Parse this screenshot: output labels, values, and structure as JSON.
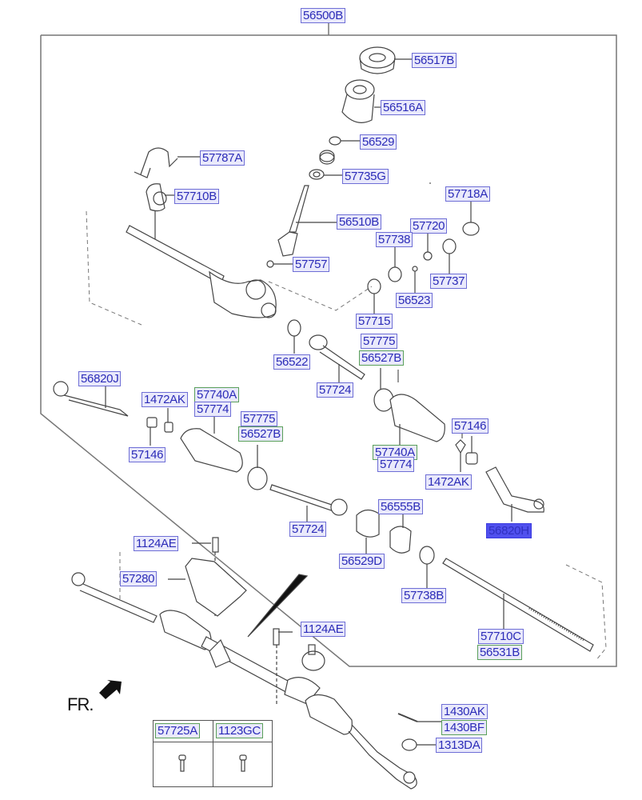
{
  "diagram": {
    "title": "Steering Gear Box Parts Diagram",
    "assembly_label": "56500B",
    "direction_label": "FR.",
    "colors": {
      "label_text": "#2b2bb8",
      "label_border": "#6e6ed6",
      "label_fill": "#e9e9fb",
      "label_green_border": "#5aa05a",
      "selected_fill": "#5050ee"
    },
    "parts": [
      {
        "id": "56517B",
        "style": "blue"
      },
      {
        "id": "56516A",
        "style": "blue"
      },
      {
        "id": "56529",
        "style": "blue"
      },
      {
        "id": "57787A",
        "style": "blue"
      },
      {
        "id": "57735G",
        "style": "blue"
      },
      {
        "id": "57710B",
        "style": "blue"
      },
      {
        "id": "57718A",
        "style": "blue"
      },
      {
        "id": "56510B",
        "style": "blue"
      },
      {
        "id": "57720",
        "style": "blue"
      },
      {
        "id": "57738",
        "style": "blue"
      },
      {
        "id": "57757",
        "style": "blue"
      },
      {
        "id": "57737",
        "style": "blue"
      },
      {
        "id": "56523",
        "style": "blue"
      },
      {
        "id": "57715",
        "style": "blue"
      },
      {
        "id": "57775",
        "style": "blue"
      },
      {
        "id": "56527B",
        "style": "green"
      },
      {
        "id": "56522",
        "style": "blue"
      },
      {
        "id": "57724",
        "style": "blue"
      },
      {
        "id": "56820J",
        "style": "blue"
      },
      {
        "id": "1472AK",
        "style": "blue"
      },
      {
        "id": "57740A",
        "style": "green"
      },
      {
        "id": "57774",
        "style": "blue"
      },
      {
        "id": "57775",
        "style": "blue"
      },
      {
        "id": "56527B",
        "style": "green"
      },
      {
        "id": "57146",
        "style": "blue"
      },
      {
        "id": "57146",
        "style": "blue"
      },
      {
        "id": "57740A",
        "style": "green"
      },
      {
        "id": "57774",
        "style": "blue"
      },
      {
        "id": "1472AK",
        "style": "blue"
      },
      {
        "id": "57724",
        "style": "blue"
      },
      {
        "id": "56555B",
        "style": "blue"
      },
      {
        "id": "56820H",
        "style": "selected"
      },
      {
        "id": "1124AE",
        "style": "blue"
      },
      {
        "id": "56529D",
        "style": "blue"
      },
      {
        "id": "57280",
        "style": "blue"
      },
      {
        "id": "57738B",
        "style": "blue"
      },
      {
        "id": "1124AE",
        "style": "blue"
      },
      {
        "id": "57710C",
        "style": "blue"
      },
      {
        "id": "56531B",
        "style": "green"
      },
      {
        "id": "1430AK",
        "style": "blue"
      },
      {
        "id": "1430BF",
        "style": "green"
      },
      {
        "id": "1313DA",
        "style": "blue"
      }
    ],
    "bolt_table": {
      "columns": [
        "57725A",
        "1123GC"
      ]
    }
  }
}
